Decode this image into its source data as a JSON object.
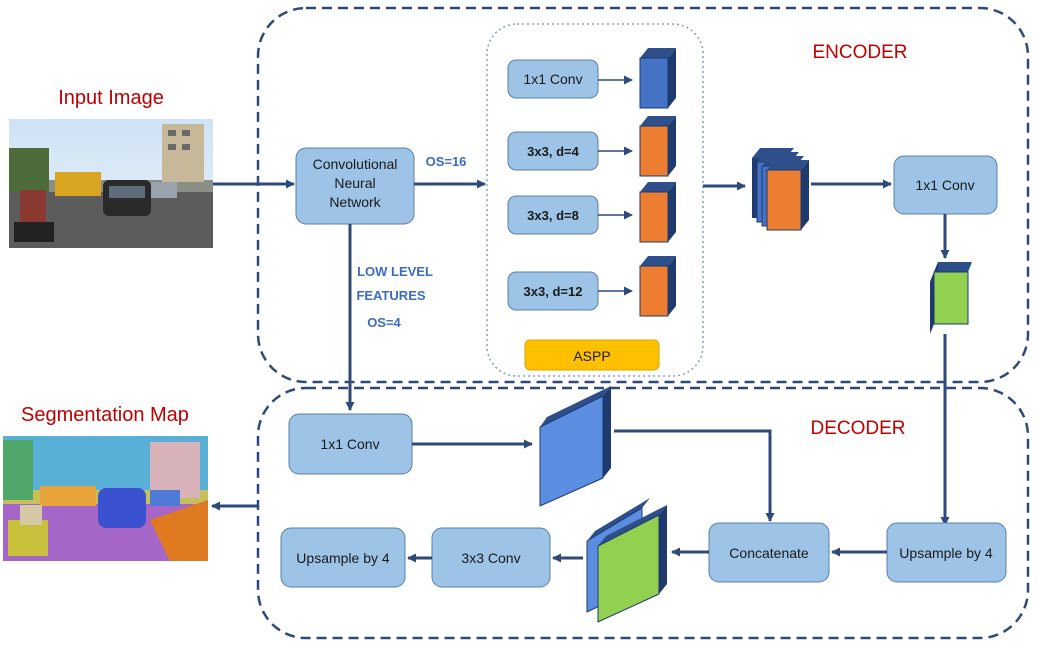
{
  "labels": {
    "input_image": "Input Image",
    "segmentation_map": "Segmentation Map",
    "encoder": "ENCODER",
    "decoder": "DECODER",
    "os16": "OS=16",
    "low_level_1": "LOW LEVEL",
    "low_level_2": "FEATURES",
    "os4": "OS=4",
    "aspp": "ASPP"
  },
  "boxes": {
    "cnn_line1": "Convolutional",
    "cnn_line2": "Neural",
    "cnn_line3": "Network",
    "aspp_conv1x1": "1x1 Conv",
    "aspp_d4": "3x3, d=4",
    "aspp_d8": "3x3, d=8",
    "aspp_d12": "3x3, d=12",
    "enc_conv1x1": "1x1 Conv",
    "dec_conv1x1": "1x1 Conv",
    "dec_upsample": "Upsample by 4",
    "concatenate": "Concatenate",
    "conv3x3": "3x3 Conv",
    "final_upsample": "Upsample by 4"
  },
  "colors": {
    "box_fill": "#9dc3e6",
    "box_stroke": "#5b7fa8",
    "arrow": "#2e4a7a",
    "dashed_border": "#2e4a7a",
    "aspp_label_fill": "#ffc000",
    "feature_blue": "#4472c4",
    "feature_orange": "#ed7d31",
    "feature_green": "#92d050",
    "label_red": "#c00000",
    "label_blue": "#3a6cc0"
  }
}
